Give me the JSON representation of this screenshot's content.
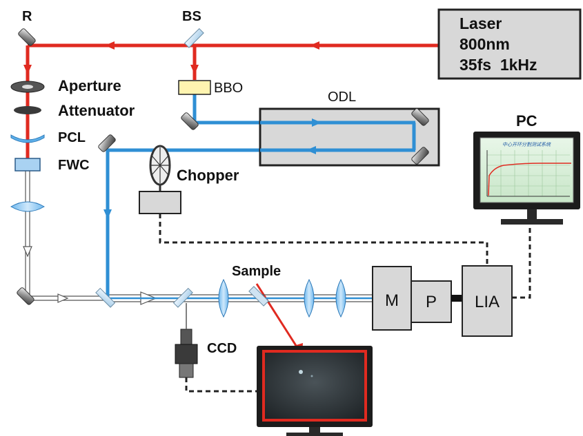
{
  "labels": {
    "r": "R",
    "bs": "BS",
    "bbo": "BBO",
    "aperture": "Aperture",
    "attenuator": "Attenuator",
    "pcl": "PCL",
    "fwc": "FWC",
    "odl": "ODL",
    "chopper": "Chopper",
    "pc": "PC",
    "sample": "Sample",
    "ccd": "CCD",
    "m": "M",
    "p": "P",
    "lia": "LIA"
  },
  "laser": {
    "line1": "Laser",
    "line2": "800nm",
    "line3": "35fs  1kHz"
  },
  "pc_screen_title": "中心开环分割测试系统",
  "colors": {
    "red_beam": "#e02a20",
    "blue_beam": "#2f8fd4",
    "box_fill": "#d8d8d8",
    "monitor_frame": "#1c1c1c",
    "crystal_fill": "#fff4b0",
    "filter_fill": "#a9d2f2"
  }
}
